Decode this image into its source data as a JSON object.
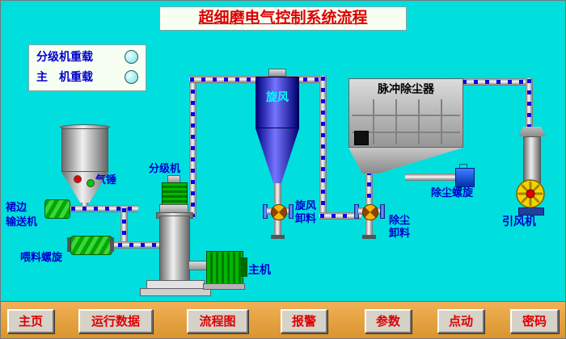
{
  "title": "超细磨电气控制系统流程",
  "legend": {
    "classifier_overload": "分级机重载",
    "main_overload": "主　机重载"
  },
  "labels": {
    "air_hammer": "气锤",
    "skirt_line1": "裙边",
    "skirt_line2": "输送机",
    "feed_screw": "喂料螺旋",
    "classifier": "分级机",
    "cyclone": "旋风",
    "cyclone_discharge_1": "旋风",
    "cyclone_discharge_2": "卸料",
    "main_machine": "主机",
    "dust_collector": "脉冲除尘器",
    "dust_screw": "除尘螺旋",
    "dust_discharge_1": "除尘",
    "dust_discharge_2": "卸料",
    "fan": "引风机"
  },
  "buttons": [
    {
      "label": "主页"
    },
    {
      "label": "运行数据"
    },
    {
      "label": "流程图"
    },
    {
      "label": "报警"
    },
    {
      "label": "参数"
    },
    {
      "label": "点动"
    },
    {
      "label": "密码"
    }
  ],
  "indicators": {
    "classifier_overload_state": "off",
    "main_overload_state": "off"
  },
  "colors": {
    "background": "#00dede",
    "title_text": "#dd0000",
    "label_text": "#0000cc",
    "button_text": "#dd0000",
    "bar_background": "#e09a35",
    "indicator_off": "#6fe0e0",
    "pipe_dash": "#0808e8"
  }
}
